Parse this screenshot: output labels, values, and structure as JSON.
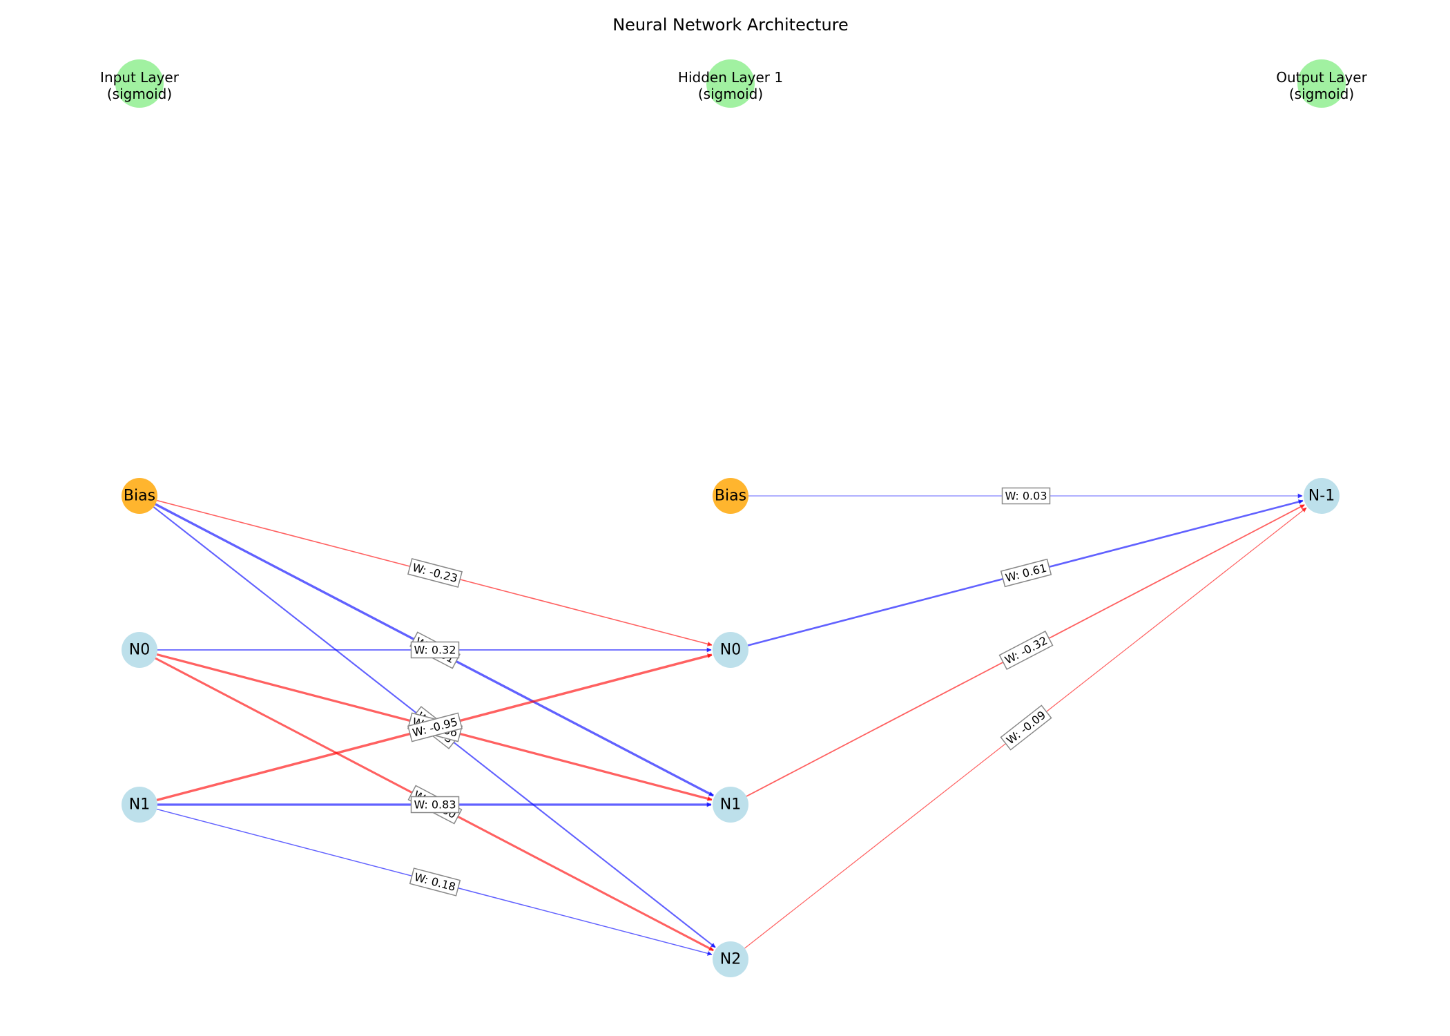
{
  "title": "Neural Network Architecture",
  "colors": {
    "neuron": "#add8e6",
    "bias": "#ffa500",
    "layer_marker": "#90ee90",
    "positive_weight": "#0000ff",
    "negative_weight": "#ff0000"
  },
  "layers": [
    {
      "id": "L0",
      "name": "Input Layer",
      "activation": "(sigmoid)"
    },
    {
      "id": "L1",
      "name": "Hidden Layer 1",
      "activation": "(sigmoid)"
    },
    {
      "id": "L2",
      "name": "Output Layer",
      "activation": "(sigmoid)"
    }
  ],
  "nodes": [
    {
      "id": "in_bias",
      "layer": 0,
      "row": 0,
      "label": "Bias",
      "kind": "bias"
    },
    {
      "id": "in_n0",
      "layer": 0,
      "row": 1,
      "label": "N0",
      "kind": "neuron"
    },
    {
      "id": "in_n1",
      "layer": 0,
      "row": 2,
      "label": "N1",
      "kind": "neuron"
    },
    {
      "id": "h_bias",
      "layer": 1,
      "row": 0,
      "label": "Bias",
      "kind": "bias"
    },
    {
      "id": "h_n0",
      "layer": 1,
      "row": 1,
      "label": "N0",
      "kind": "neuron"
    },
    {
      "id": "h_n1",
      "layer": 1,
      "row": 2,
      "label": "N1",
      "kind": "neuron"
    },
    {
      "id": "h_n2",
      "layer": 1,
      "row": 3,
      "label": "N2",
      "kind": "neuron"
    },
    {
      "id": "out_n",
      "layer": 2,
      "row": 0,
      "label": "N-1",
      "kind": "neuron"
    }
  ],
  "edges": [
    {
      "from": "in_bias",
      "to": "h_n0",
      "weight": -0.23,
      "label": "W: -0.23"
    },
    {
      "from": "in_bias",
      "to": "h_n1",
      "weight": 0.91,
      "label": "W: 0.91"
    },
    {
      "from": "in_bias",
      "to": "h_n2",
      "weight": 0.43,
      "label": "W: 0.43"
    },
    {
      "from": "in_n0",
      "to": "h_n0",
      "weight": 0.32,
      "label": "W: 0.32"
    },
    {
      "from": "in_n0",
      "to": "h_n1",
      "weight": -0.86,
      "label": "W: -0.86"
    },
    {
      "from": "in_n0",
      "to": "h_n2",
      "weight": -0.8,
      "label": "W: -0.80"
    },
    {
      "from": "in_n1",
      "to": "h_n0",
      "weight": -0.95,
      "label": "W: -0.95"
    },
    {
      "from": "in_n1",
      "to": "h_n1",
      "weight": 0.83,
      "label": "W: 0.83"
    },
    {
      "from": "in_n1",
      "to": "h_n2",
      "weight": 0.18,
      "label": "W: 0.18"
    },
    {
      "from": "h_bias",
      "to": "out_n",
      "weight": 0.03,
      "label": "W: 0.03"
    },
    {
      "from": "h_n0",
      "to": "out_n",
      "weight": 0.61,
      "label": "W: 0.61"
    },
    {
      "from": "h_n1",
      "to": "out_n",
      "weight": -0.32,
      "label": "W: -0.32"
    },
    {
      "from": "h_n2",
      "to": "out_n",
      "weight": -0.09,
      "label": "W: -0.09"
    }
  ]
}
